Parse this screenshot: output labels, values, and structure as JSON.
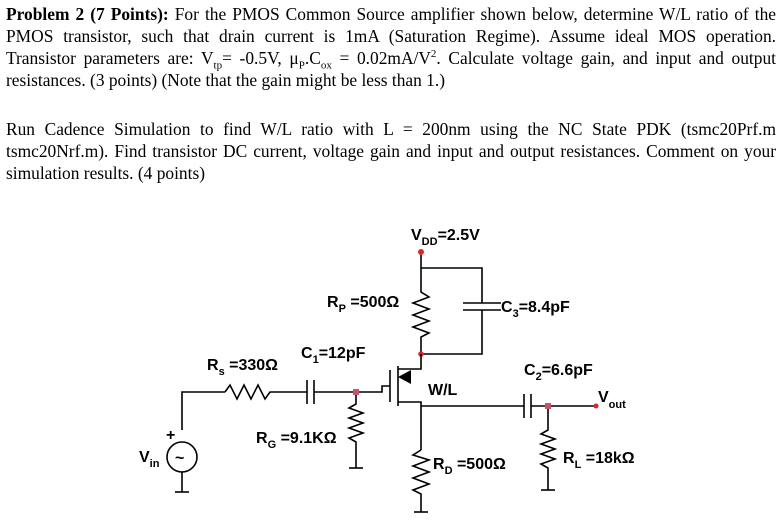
{
  "problem": {
    "heading": "Problem 2 (7 Points):",
    "p1": {
      "t1": "For the PMOS Common Source amplifier shown below, determine W/L ratio of the PMOS transistor, such that drain current is 1mA (Saturation Regime). Assume ideal MOS operation. Transistor parameters are: V",
      "s1": "tp",
      "t2": "= -0.5V, μ",
      "s2": "P",
      "t3": ".C",
      "s3": "ox",
      "t4": " = 0.02mA/V",
      "s4": "2",
      "t5": ". Calculate voltage gain, and input and output resistances. (3 points) (Note that the gain might be less than 1.)"
    },
    "p2": "Run Cadence Simulation to find W/L ratio with L = 200nm using the NC State PDK (tsmc20Prf.m tsmc20Nrf.m). Find transistor DC current, voltage gain and input and output resistances. Comment on your simulation results. (4 points)"
  },
  "circuit": {
    "vdd": {
      "main": "V",
      "sub": "DD",
      "val": "=2.5V"
    },
    "rp": {
      "main": "R",
      "sub": "P",
      "val": " =500Ω"
    },
    "c3": {
      "main": "C",
      "sub": "3",
      "val": "=8.4pF"
    },
    "rs": {
      "main": "R",
      "sub": "s",
      "val": " =330Ω"
    },
    "c1": {
      "main": "C",
      "sub": "1",
      "val": "=12pF"
    },
    "wl": "W/L",
    "c2": {
      "main": "C",
      "sub": "2",
      "val": "=6.6pF"
    },
    "vout": {
      "main": "V",
      "sub": "out"
    },
    "rg": {
      "main": "R",
      "sub": "G",
      "val": " =9.1KΩ"
    },
    "vin": {
      "main": "V",
      "sub": "in"
    },
    "rd": {
      "main": "R",
      "sub": "D",
      "val": " =500Ω"
    },
    "rl": {
      "main": "R",
      "sub": "L",
      "val": " =18kΩ"
    },
    "plus": "+",
    "tilde": "~"
  }
}
